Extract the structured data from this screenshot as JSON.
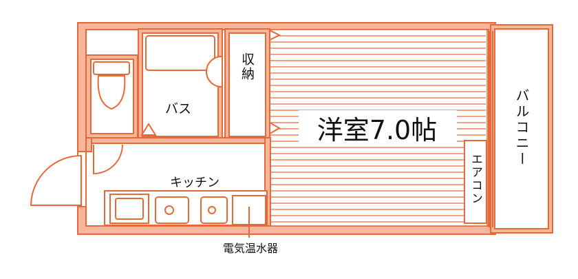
{
  "floorplan": {
    "rooms": {
      "western_room": "洋室7.0帖",
      "bath": "バス",
      "storage": "収納",
      "kitchen": "キッチン",
      "aircon": "エアコン",
      "balcony": "バルコニー"
    },
    "callouts": {
      "water_heater": "電気温水器"
    }
  },
  "colors": {
    "wall_fill": "#F8B79A",
    "line": "#E56A3A",
    "text": "#111111",
    "background": "#FFFFFF"
  }
}
